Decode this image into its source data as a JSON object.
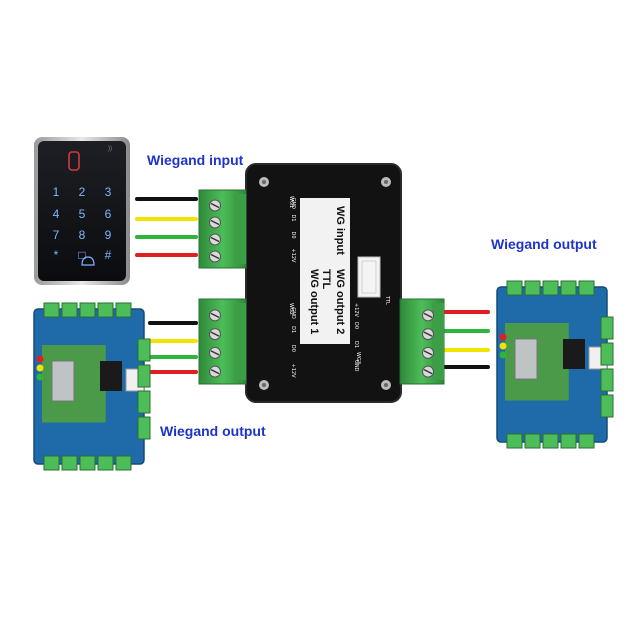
{
  "labels": {
    "wiegand_input": "Wiegand input",
    "wiegand_output_left": "Wiegand output",
    "wiegand_output_right": "Wiegand output"
  },
  "keypad": {
    "keys": [
      "1",
      "2",
      "3",
      "4",
      "5",
      "6",
      "7",
      "8",
      "9",
      "*",
      "0",
      "#"
    ]
  },
  "converter": {
    "label_line1": "WG input",
    "label_line2": "TTL",
    "label_line3": "WG output 2",
    "label_line4": "WG output 1",
    "ttl_port": "TTL",
    "wg1": "WG1",
    "wg2": "WG2",
    "wg3": "WG3",
    "pins": [
      "GND",
      "D1",
      "D0",
      "+12V"
    ]
  },
  "wire_colors": [
    "#111111",
    "#f1e400",
    "#2fb53a",
    "#e02020"
  ],
  "colors": {
    "label_blue": "#1e34c8",
    "terminal_green": "#3fa64a",
    "pcb_blue": "#1f6aa8",
    "pcb_green": "#4a9a4a"
  }
}
